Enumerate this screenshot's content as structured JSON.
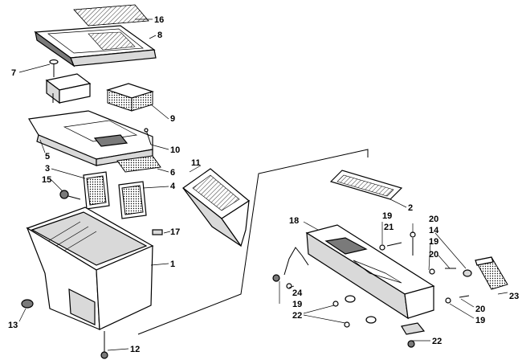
{
  "callouts": {
    "c1": "1",
    "c2": "2",
    "c3": "3",
    "c4": "4",
    "c5": "5",
    "c6": "6",
    "c7": "7",
    "c8": "8",
    "c9": "9",
    "c10": "10",
    "c11": "11",
    "c12": "12",
    "c13": "13",
    "c14": "14",
    "c15": "15",
    "c16": "16",
    "c17": "17",
    "c18": "18",
    "c19a": "19",
    "c19b": "19",
    "c19c": "19",
    "c19d": "19",
    "c20a": "20",
    "c20b": "20",
    "c20c": "20",
    "c21": "21",
    "c22a": "22",
    "c22b": "22",
    "c23": "23",
    "c24": "24"
  }
}
